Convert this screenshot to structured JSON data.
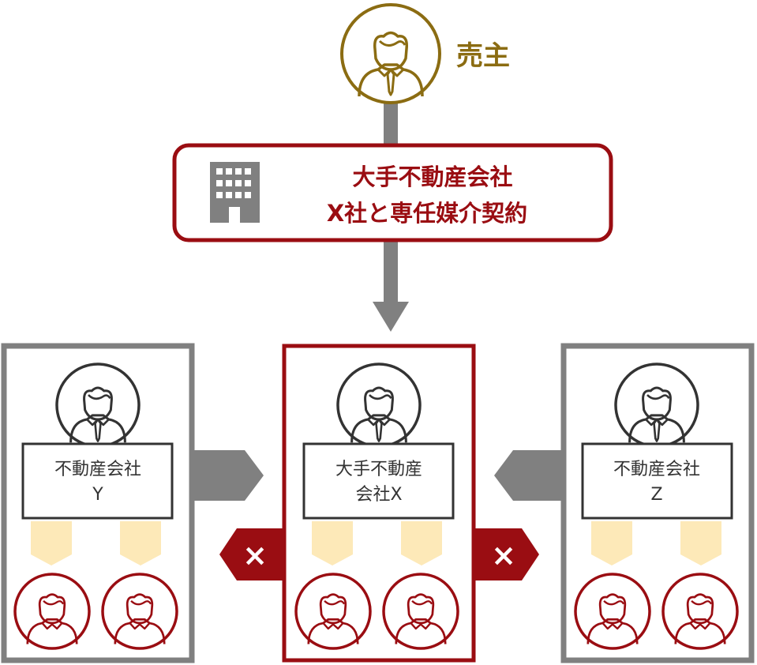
{
  "seller": {
    "label": "売主"
  },
  "contract": {
    "line1": "大手不動産会社",
    "line2": "X社と専任媒介契約"
  },
  "companies": {
    "y": {
      "line1": "不動産会社",
      "line2": "Y"
    },
    "x": {
      "line1": "大手不動産",
      "line2": "会社X"
    },
    "z": {
      "line1": "不動産会社",
      "line2": "Z"
    }
  },
  "blocked_mark": "×",
  "colors": {
    "gold": "#8b6c12",
    "red": "#9a0d12",
    "gray": "#808080",
    "dark": "#333333",
    "yellow": "#fde9b8"
  }
}
